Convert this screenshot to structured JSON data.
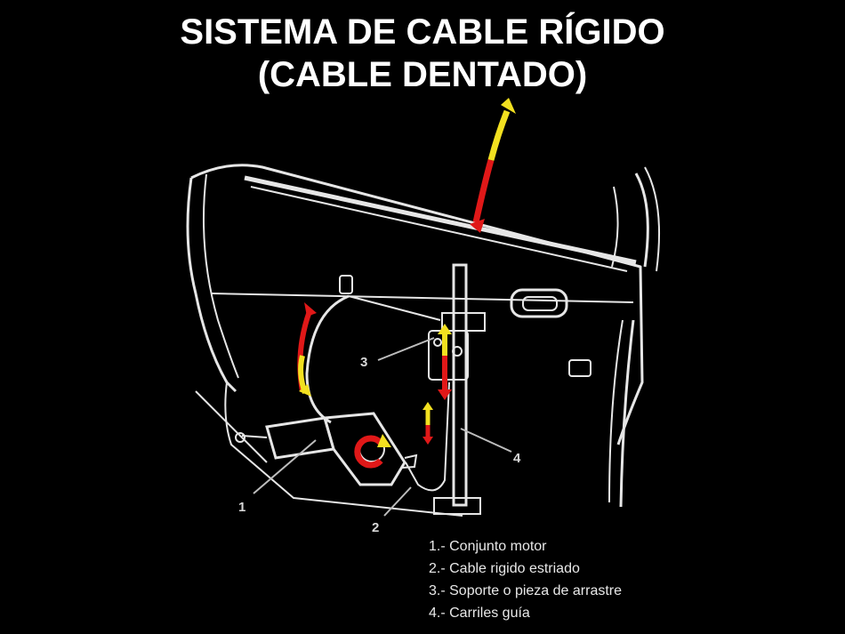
{
  "title": {
    "line1": "SISTEMA DE CABLE RÍGIDO",
    "line2": "(CABLE DENTADO)"
  },
  "callouts": [
    "1",
    "2",
    "3",
    "4"
  ],
  "legend": [
    "1.- Conjunto motor",
    "2.- Cable rigido estriado",
    "3.- Soporte o pieza de arrastre",
    "4.- Carriles guía"
  ],
  "colors": {
    "background": "#000000",
    "arrow_red": "#e01818",
    "arrow_yellow": "#f2e020",
    "line_art": "#e6e6e6"
  }
}
